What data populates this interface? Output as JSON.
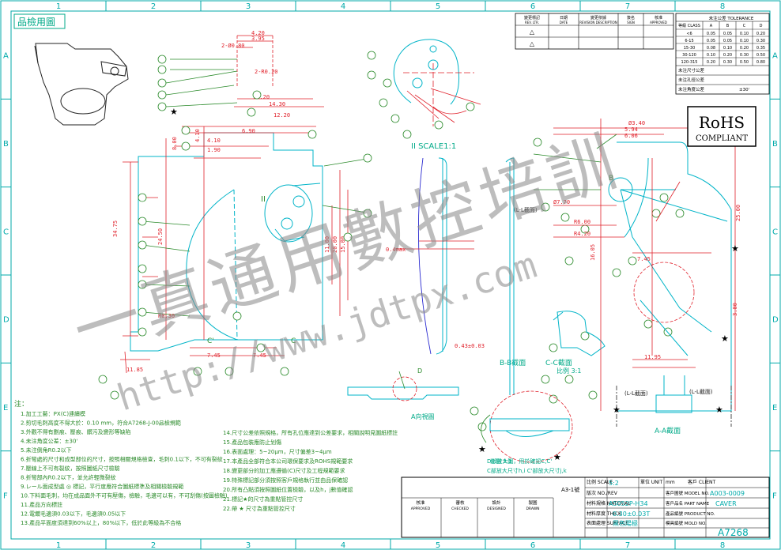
{
  "sheet": {
    "grid_cols": [
      "1",
      "2",
      "3",
      "4",
      "5",
      "6",
      "7",
      "8"
    ],
    "grid_rows": [
      "A",
      "B",
      "C",
      "D",
      "E",
      "F"
    ],
    "corner_label": "品檢用圖"
  },
  "views": {
    "detail_scale": "II SCALE1:1",
    "detail_mark": "II",
    "section_bb": "B-B截面",
    "section_cc": "C-C截面",
    "section_cc_scale": "比例 3:1",
    "section_aa": "A-A截面",
    "a_view": "A向視圖",
    "section_c_mark": "C",
    "section_c_prime": "C'",
    "d_label": "D",
    "scale_d": "比例 3:1",
    "bottom_note_1": "D部放大圖，用於確認C,C'",
    "bottom_note_2": "C部放大尺寸h,i  C'部放大尺寸j,k"
  },
  "dimensions": {
    "top": [
      "4.20",
      "3.95",
      "2-Ø0.80",
      "2-R0.20",
      "4.10",
      "6.90",
      "1.90",
      "13.20",
      "14.30",
      "12.20"
    ],
    "vertical": [
      "34.75",
      "24.50",
      "20.00",
      "15.00",
      "11.00",
      "4.10",
      "8.00"
    ],
    "bottom": [
      "7.45",
      "7.45",
      "11.85",
      "0.43±0.03",
      "R0.30"
    ],
    "right_view": [
      "Ø3.40",
      "5.94",
      "6.06",
      "16.05",
      "3.00",
      "25.00",
      "11.95",
      "R6.00",
      "Ø7.70",
      "R4.20",
      "7.45"
    ],
    "inspect_labels": [
      "(L-L截面)",
      "(L-L截面)",
      "(L-L截面)"
    ]
  },
  "revision_table": {
    "headers": [
      "變更標記 REV. LTR.",
      "日期 DATE",
      "變更依據 REVISION DESCRIPTION",
      "簽名 SIGN",
      "核准 APPROVED"
    ],
    "rows": [
      [
        "△",
        "",
        "",
        "",
        ""
      ],
      [
        "△",
        "",
        "",
        "",
        ""
      ]
    ]
  },
  "tolerance_table": {
    "title": "未注公差 TOLERANCE",
    "col_headers": [
      "等級 CLASS",
      "A",
      "B",
      "C",
      "D"
    ],
    "rows": [
      [
        "<6",
        "0.05",
        "0.05",
        "0.10",
        "0.20"
      ],
      [
        "6-15",
        "0.05",
        "0.05",
        "0.10",
        "0.30"
      ],
      [
        "15-30",
        "0.08",
        "0.10",
        "0.20",
        "0.35"
      ],
      [
        "30-120",
        "0.10",
        "0.20",
        "0.30",
        "0.50"
      ],
      [
        "120-315",
        "0.20",
        "0.30",
        "0.50",
        "0.80"
      ]
    ],
    "footer": [
      [
        "未注尺寸公差",
        ""
      ],
      [
        "未注孔徑公差",
        ""
      ],
      [
        "未注角度公差",
        "±30'"
      ]
    ]
  },
  "rohs": {
    "line1": "RoHS",
    "line2": "COMPLIANT"
  },
  "notes": {
    "heading": "注：",
    "left": [
      "1.加工工藝：PX(C)連續模",
      "2.剪切毛刺高度不得大於：0.10 mm，符合A7268-J-00品檢規範",
      "3.外觀不得有劃痕、壓痕、髒污及變形等缺陷",
      "4.未注角度公差：±30'",
      "5.未注倒角R0.2以下",
      "6.折彎處的尺寸和成型部位的尺寸，按照相關規格檢查，毛刺0.1以下，不可有裂紋",
      "7.壓線上不可有裂紋，按照圖紙尺寸檢驗",
      "8.折彎部內R0.2以下，並允許輕微裂紋",
      "9.レール面成型處 ◎ 標記，平行度應符合圖紙標準及相關檢驗規範",
      "10.下料面毛刺，均在成品面外不可有壓傷，檢驗，毛邊可以有，不可刮傷(按圖檢驗)",
      "11.產品方向標註",
      "12.電鍍毛邊須0.03以下，毛邊須0.05以下",
      "13.產品平面度須達到60%以上，80%以下，低於此等級為不合格"
    ],
    "right": [
      "14.尺寸公差依照規格，所有孔位應達到公差要求，相關說明見圖紙標註",
      "15.產品包裝應防止划傷",
      "16.表面處理：5~20μm，尺寸偏差3~4μm",
      "17.本產品全部符合本公司環保要求及ROHS規範要求",
      "18.變更部分的加工應遵循(C)尺寸及工程規範要求",
      "19.特殊標記部分須按照客戶規格執行並由品保確認",
      "20.所有凸點須按照圖紙位置檢驗，以及h，j數值確認",
      "21.標記★的尺寸為重點管控尺寸",
      "22.帶 ★ 尺寸為重點管控尺寸"
    ]
  },
  "watermark": {
    "chinese": "一真通用數控培訓",
    "url": "http://www.jdtpx.com"
  },
  "title_block": {
    "sheet_size": "A3-1號",
    "scale_label": "比例 SCALE",
    "scale_value": "5:2",
    "unit_label": "單位 UNIT",
    "unit_value": "mm",
    "client_label": "客戶 CLIENT",
    "client_value": "",
    "drawing_no_label": "客戶圖號 MODEL NO.",
    "drawing_no_value": "A003-0009",
    "version_label": "版次 NO./REV",
    "material_label": "材料規格 MATERIAL",
    "material_value": "A5052P-H34",
    "name_label": "客戶品名 PART NAME",
    "name_value": "CAVER",
    "thickness_label": "材料厚度 THICK",
    "thickness_value": "0.30±0.03T",
    "product_label": "產品編號 PRODUCT NO.",
    "product_value": "",
    "surface_label": "表面處理 SURFACE",
    "surface_value": "黑色陽極",
    "mold_label": "模具編號 MOLD NO.",
    "mold_value": "A7268",
    "sign_headers": [
      "核准 APPROVED",
      "審核 CHECKED",
      "設計 DESIGNED",
      "製圖 DRAWN"
    ]
  }
}
